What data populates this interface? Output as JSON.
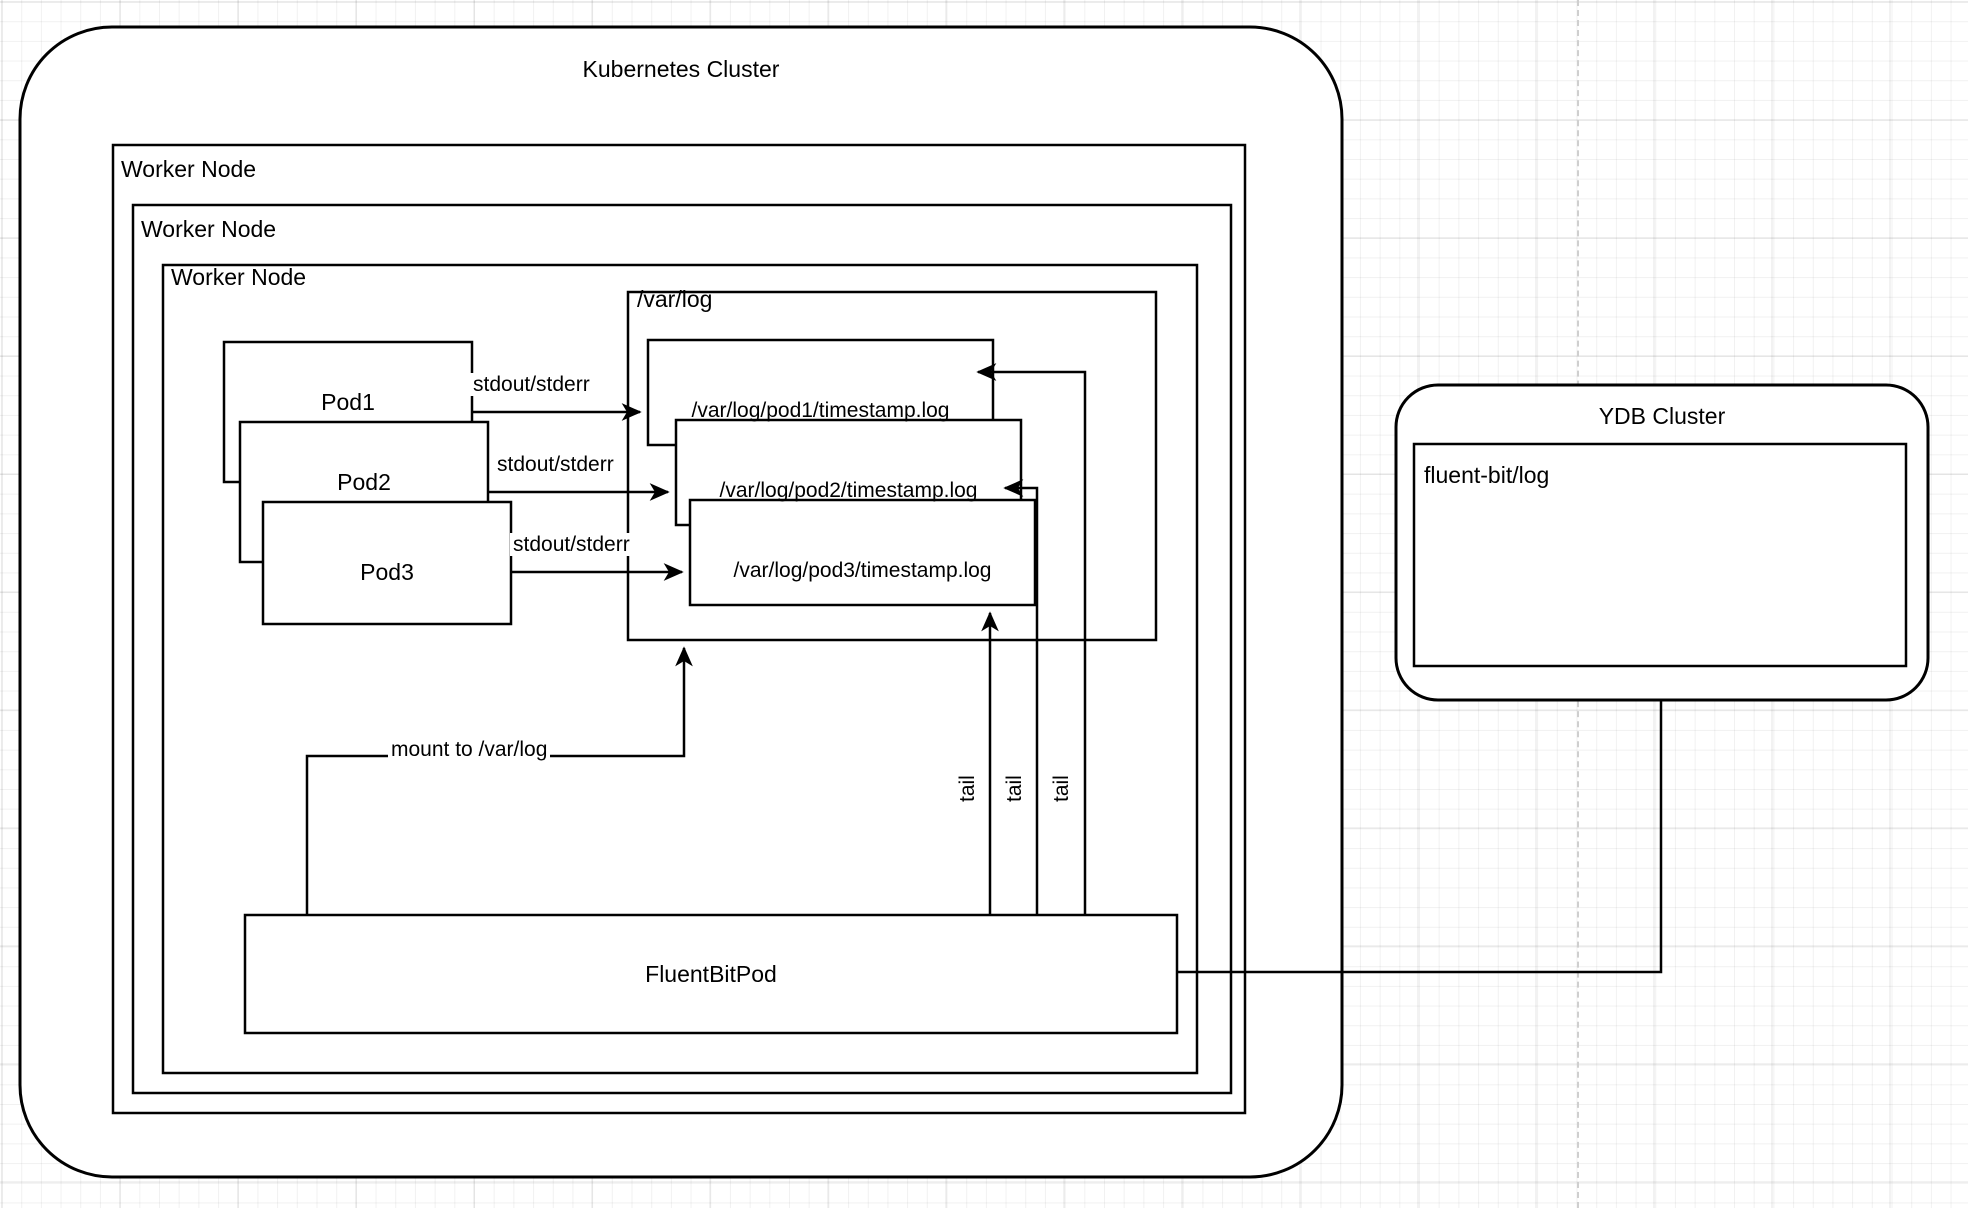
{
  "diagram": {
    "title_text": "Kubernetes Cluster",
    "type": "architecture-flow-diagram",
    "clusters": [
      {
        "id": "k8s",
        "label": "Kubernetes Cluster",
        "shape": "rounded-rect",
        "label_position": "top-center"
      },
      {
        "id": "ydb",
        "label": "YDB Cluster",
        "shape": "rounded-rect",
        "label_position": "top-center"
      }
    ],
    "worker_nodes": [
      {
        "label": "Worker Node"
      },
      {
        "label": "Worker Node"
      },
      {
        "label": "Worker Node"
      }
    ],
    "pods": [
      {
        "label": "Pod1"
      },
      {
        "label": "Pod2"
      },
      {
        "label": "Pod3"
      }
    ],
    "varlog": {
      "label": "/var/log",
      "files": [
        {
          "label": "/var/log/pod1/timestamp.log"
        },
        {
          "label": "/var/log/pod2/timestamp.log"
        },
        {
          "label": "/var/log/pod3/timestamp.log"
        }
      ]
    },
    "fluentbit": {
      "label": "FluentBitPod"
    },
    "ydb": {
      "title": "YDB Cluster",
      "table_label": "fluent-bit/log"
    },
    "edge_labels": {
      "stdout_stderr_1": "stdout/stderr",
      "stdout_stderr_2": "stdout/stderr",
      "stdout_stderr_3": "stdout/stderr",
      "mount": "mount to /var/log",
      "tail_1": "tail",
      "tail_2": "tail",
      "tail_3": "tail"
    },
    "colors": {
      "stroke": "#000000",
      "fill": "#ffffff",
      "grid_minor": "#f0f0f0",
      "grid_major": "#e6e6e6",
      "guide_dashed": "#cfcfcf"
    }
  }
}
